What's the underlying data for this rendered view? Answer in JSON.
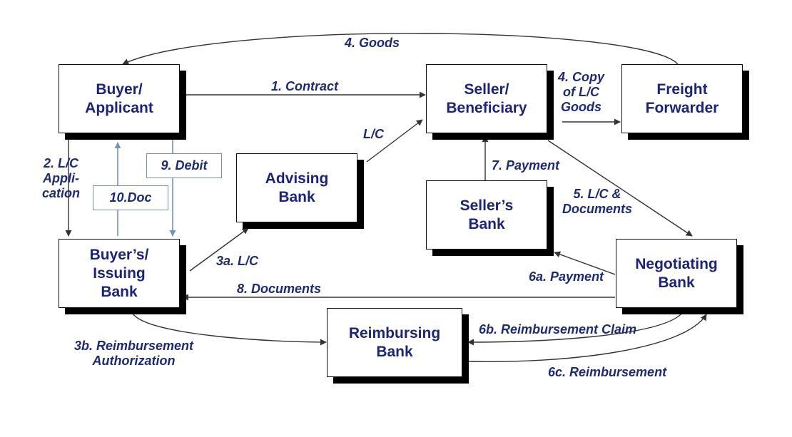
{
  "colors": {
    "text": "#1a237e",
    "edge": "#333333",
    "doc_edge": "#6f93bf"
  },
  "nodes": {
    "buyer": "Buyer/\nApplicant",
    "seller": "Seller/\nBeneficiary",
    "freight": "Freight\nForwarder",
    "advising": "Advising\nBank",
    "sellers_bank": "Seller’s\nBank",
    "issuing": "Buyer’s/\nIssuing\nBank",
    "negotiating": "Negotiating\nBank",
    "reimbursing": "Reimbursing\nBank"
  },
  "edges": {
    "goods": "4. Goods",
    "contract": "1. Contract",
    "copy_lc": "4. Copy\nof L/C\nGoods",
    "lc_advising": "L/C",
    "payment7": "7. Payment",
    "lc_docs": "5. L/C &\nDocuments",
    "lc_application": "2. L/C\nAppli-\ncation",
    "doc10": "10.Doc",
    "debit9": "9. Debit",
    "lc3a": "3a. L/C",
    "payment6a": "6a. Payment",
    "documents8": "8. Documents",
    "claim6b": "6b. Reimbursement Claim",
    "auth3b": "3b. Reimbursement\nAuthorization",
    "reimb6c": "6c. Reimbursement"
  }
}
